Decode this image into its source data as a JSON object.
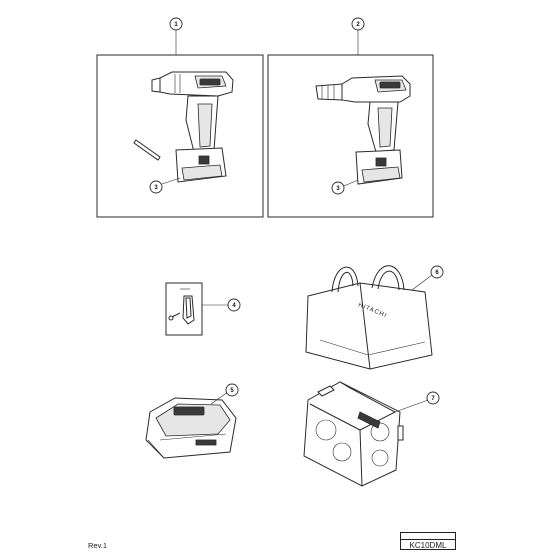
{
  "callouts": {
    "c1": "1",
    "c2": "2",
    "c3a": "3",
    "c3b": "3",
    "c4": "4",
    "c5": "5",
    "c6": "6",
    "c7": "7"
  },
  "bag_brand": "HITACHI",
  "footer": {
    "revision": "Rev.1",
    "model": "KC10DML"
  }
}
